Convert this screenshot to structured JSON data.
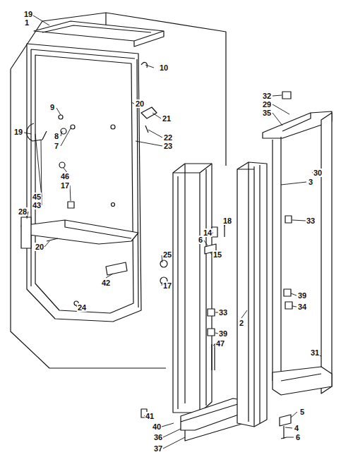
{
  "diagram": {
    "labels": [
      "19",
      "1",
      "10",
      "20",
      "9",
      "21",
      "19",
      "8",
      "7",
      "22",
      "23",
      "32",
      "29",
      "35",
      "30",
      "3",
      "46",
      "17",
      "45",
      "43",
      "28",
      "18",
      "33",
      "14",
      "6",
      "20",
      "15",
      "25",
      "42",
      "17",
      "39",
      "34",
      "24",
      "33",
      "2",
      "39",
      "47",
      "31",
      "5",
      "41",
      "40",
      "4",
      "6",
      "36",
      "37"
    ]
  }
}
